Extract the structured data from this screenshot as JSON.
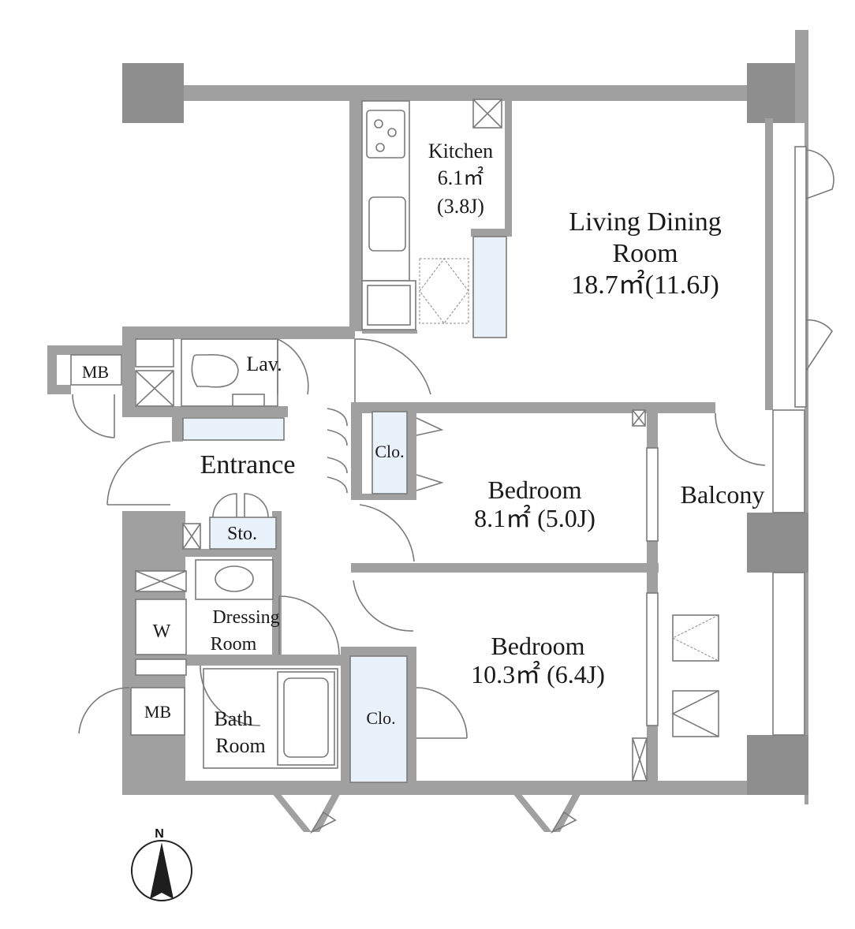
{
  "rooms": {
    "kitchen": {
      "name": "Kitchen",
      "area": "6.1㎡",
      "jo": "(3.8J)"
    },
    "living": {
      "name1": "Living Dining",
      "name2": "Room",
      "area": "18.7㎡(11.6J)"
    },
    "lav": "Lav.",
    "mb_top": "MB",
    "entrance": "Entrance",
    "clo_1": "Clo.",
    "bedroom_1": {
      "name": "Bedroom",
      "area": "8.1㎡ (5.0J)"
    },
    "balcony": "Balcony",
    "sto": "Sto.",
    "dressing": {
      "name1": "Dressing",
      "name2": "Room"
    },
    "w": "W",
    "bedroom_2": {
      "name": "Bedroom",
      "area": "10.3㎡ (6.4J)"
    },
    "mb_bottom": "MB",
    "bath": {
      "name1": "Bath",
      "name2": "Room"
    },
    "clo_2": "Clo."
  },
  "compass": {
    "north": "N"
  },
  "colors": {
    "wall": "#a0a0a0",
    "storage": "#e9f1fa"
  }
}
